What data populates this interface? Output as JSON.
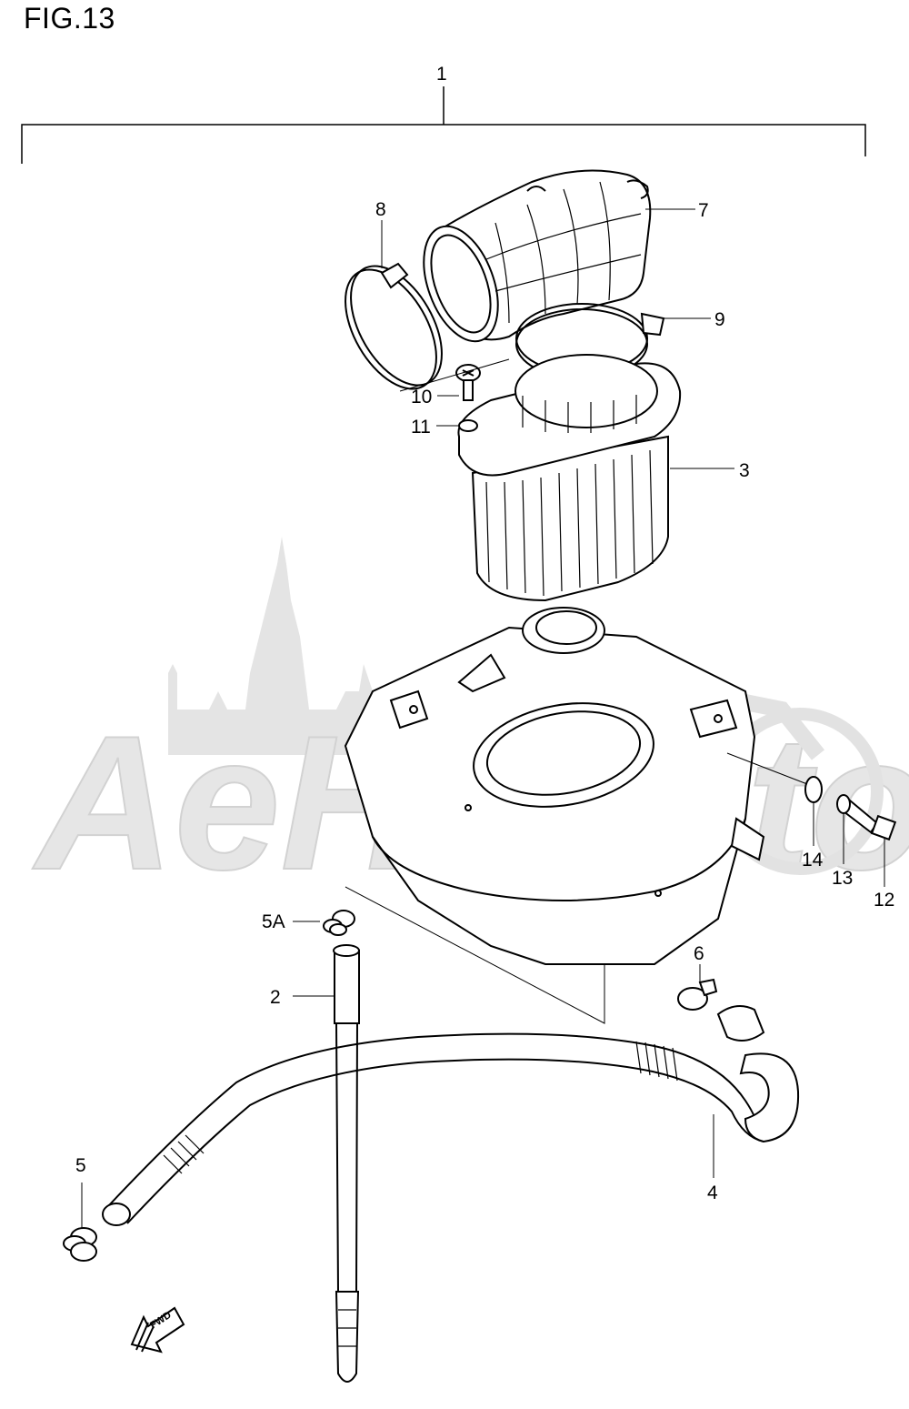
{
  "figure": {
    "title": "FIG.13"
  },
  "watermark": {
    "text": "AeHIMoto",
    "color": "#e4e4e4"
  },
  "callouts": [
    {
      "id": "1",
      "label": "1"
    },
    {
      "id": "2",
      "label": "2"
    },
    {
      "id": "3",
      "label": "3"
    },
    {
      "id": "4",
      "label": "4"
    },
    {
      "id": "5",
      "label": "5"
    },
    {
      "id": "5A",
      "label": "5A"
    },
    {
      "id": "6",
      "label": "6"
    },
    {
      "id": "7",
      "label": "7"
    },
    {
      "id": "8",
      "label": "8"
    },
    {
      "id": "9",
      "label": "9"
    },
    {
      "id": "10",
      "label": "10"
    },
    {
      "id": "11",
      "label": "11"
    },
    {
      "id": "12",
      "label": "12"
    },
    {
      "id": "13",
      "label": "13"
    },
    {
      "id": "14",
      "label": "14"
    }
  ],
  "direction_marker": {
    "label": "FWD",
    "icon": "forward-arrow-icon"
  }
}
